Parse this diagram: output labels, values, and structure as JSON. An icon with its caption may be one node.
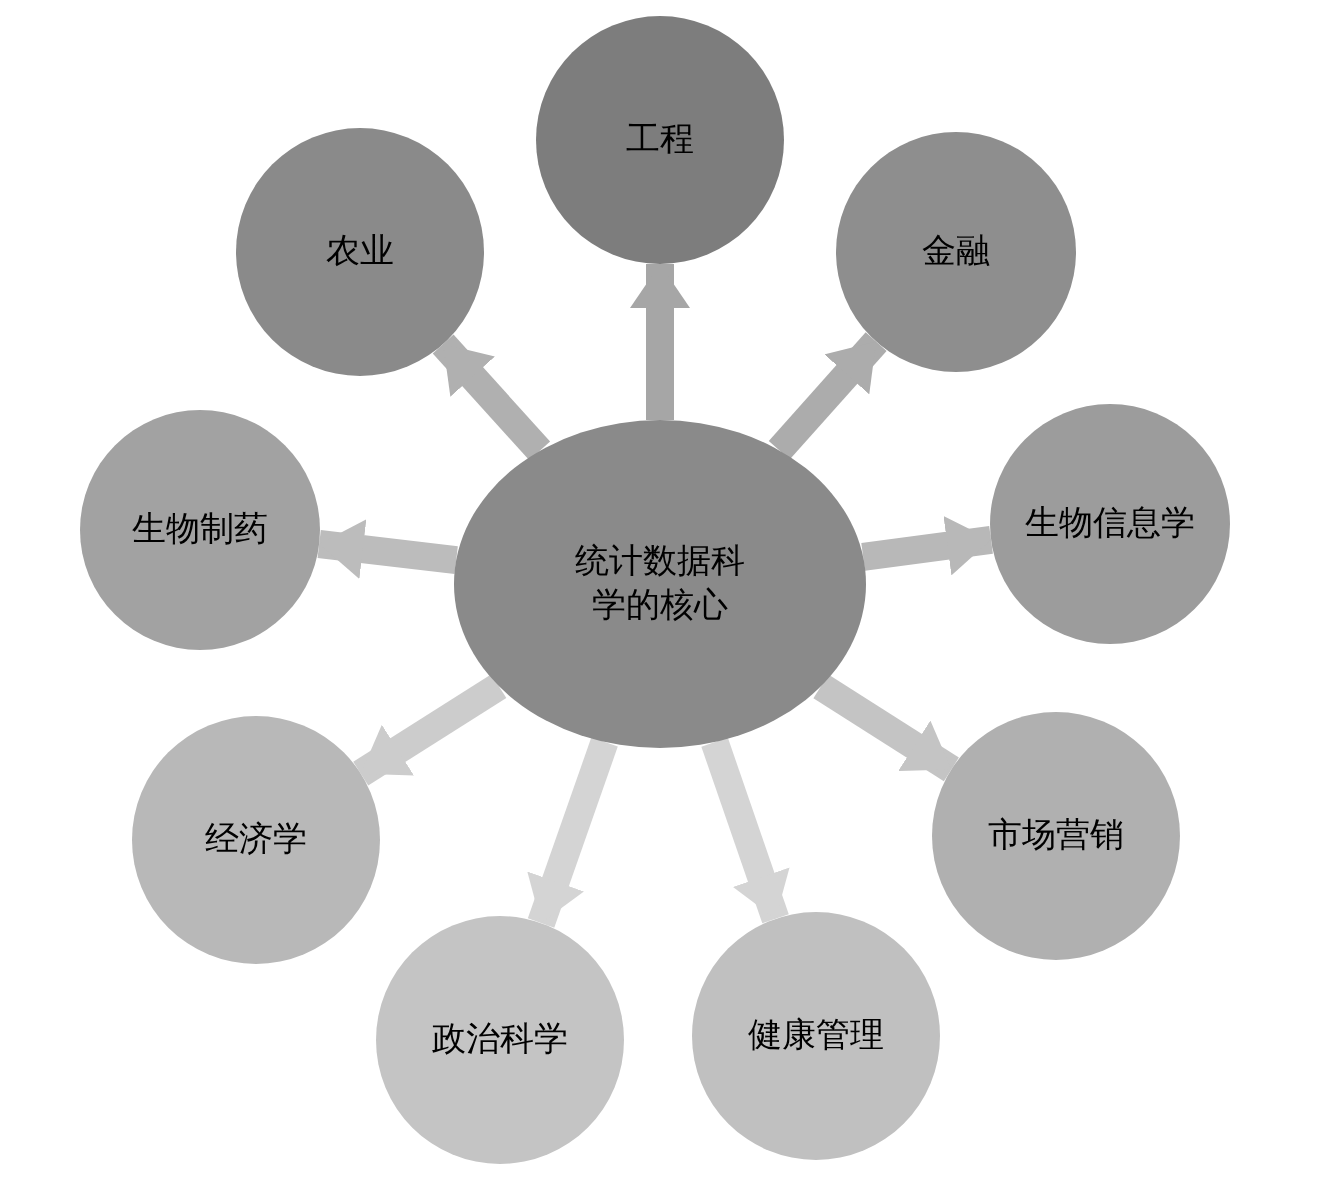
{
  "diagram": {
    "nodes": [
      {
        "text": [
          "统计数据科学的核心"
        ]
      },
      {
        "text": [
          "工程"
        ]
      },
      {
        "text": [
          "金融"
        ]
      },
      {
        "text": [
          "生物信息学"
        ]
      },
      {
        "text": [
          "市场营销"
        ]
      },
      {
        "text": [
          "健康管理"
        ]
      },
      {
        "text": [
          "政治科学"
        ]
      },
      {
        "text": [
          "经济学"
        ]
      },
      {
        "text": [
          "生物制药"
        ]
      },
      {
        "text": [
          "农业"
        ]
      }
    ],
    "edges": [
      {
        "from": 0,
        "to": 1,
        "arrow": "to",
        "color": "#a6a6a6"
      },
      {
        "from": 0,
        "to": 2,
        "arrow": "to",
        "color": "#acacac"
      },
      {
        "from": 0,
        "to": 3,
        "arrow": "to",
        "color": "#b8b8b8"
      },
      {
        "from": 0,
        "to": 4,
        "arrow": "to",
        "color": "#c4c4c4"
      },
      {
        "from": 0,
        "to": 5,
        "arrow": "to",
        "color": "#d4d4d4"
      },
      {
        "from": 0,
        "to": 6,
        "arrow": "to",
        "color": "#d4d4d4"
      },
      {
        "from": 0,
        "to": 7,
        "arrow": "to",
        "color": "#cccccc"
      },
      {
        "from": 0,
        "to": 8,
        "arrow": "to",
        "color": "#bcbcbc"
      },
      {
        "from": 0,
        "to": 9,
        "arrow": "to",
        "color": "#b0b0b0"
      }
    ]
  }
}
